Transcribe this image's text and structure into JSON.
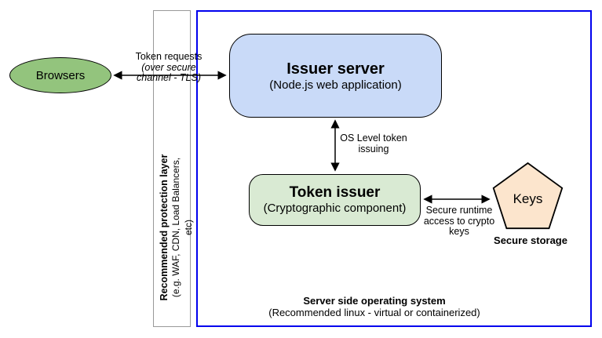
{
  "diagram": {
    "browsers": {
      "label": "Browsers"
    },
    "issuer_server": {
      "title": "Issuer server",
      "subtitle": "(Node.js web application)"
    },
    "token_issuer": {
      "title": "Token issuer",
      "subtitle": "(Cryptographic component)"
    },
    "keys": {
      "label": "Keys",
      "caption": "Secure storage"
    },
    "protection_layer": {
      "title": "Recommended protection layer",
      "subtitle": "(e.g. WAF, CDN, Load Balancers, etc)"
    },
    "os_layer": {
      "title": "Server side operating system",
      "subtitle": "(Recommended linux - virtual or containerized)"
    },
    "arrow_labels": {
      "token_requests": {
        "line1": "Token requests",
        "line2": "(over secure",
        "line3": "channel - TLS)"
      },
      "os_token": {
        "line1": "OS Level token",
        "line2": "issuing"
      },
      "secure_runtime": {
        "line1": "Secure runtime",
        "line2": "access to crypto",
        "line3": "keys"
      }
    },
    "colors": {
      "browsers_fill": "#93c47d",
      "issuer_fill": "#c9daf8",
      "token_fill": "#d9ead3",
      "keys_fill": "#fce5cd",
      "os_border": "#0000ee",
      "strip_border": "#999999",
      "arrow": "#000000"
    }
  }
}
